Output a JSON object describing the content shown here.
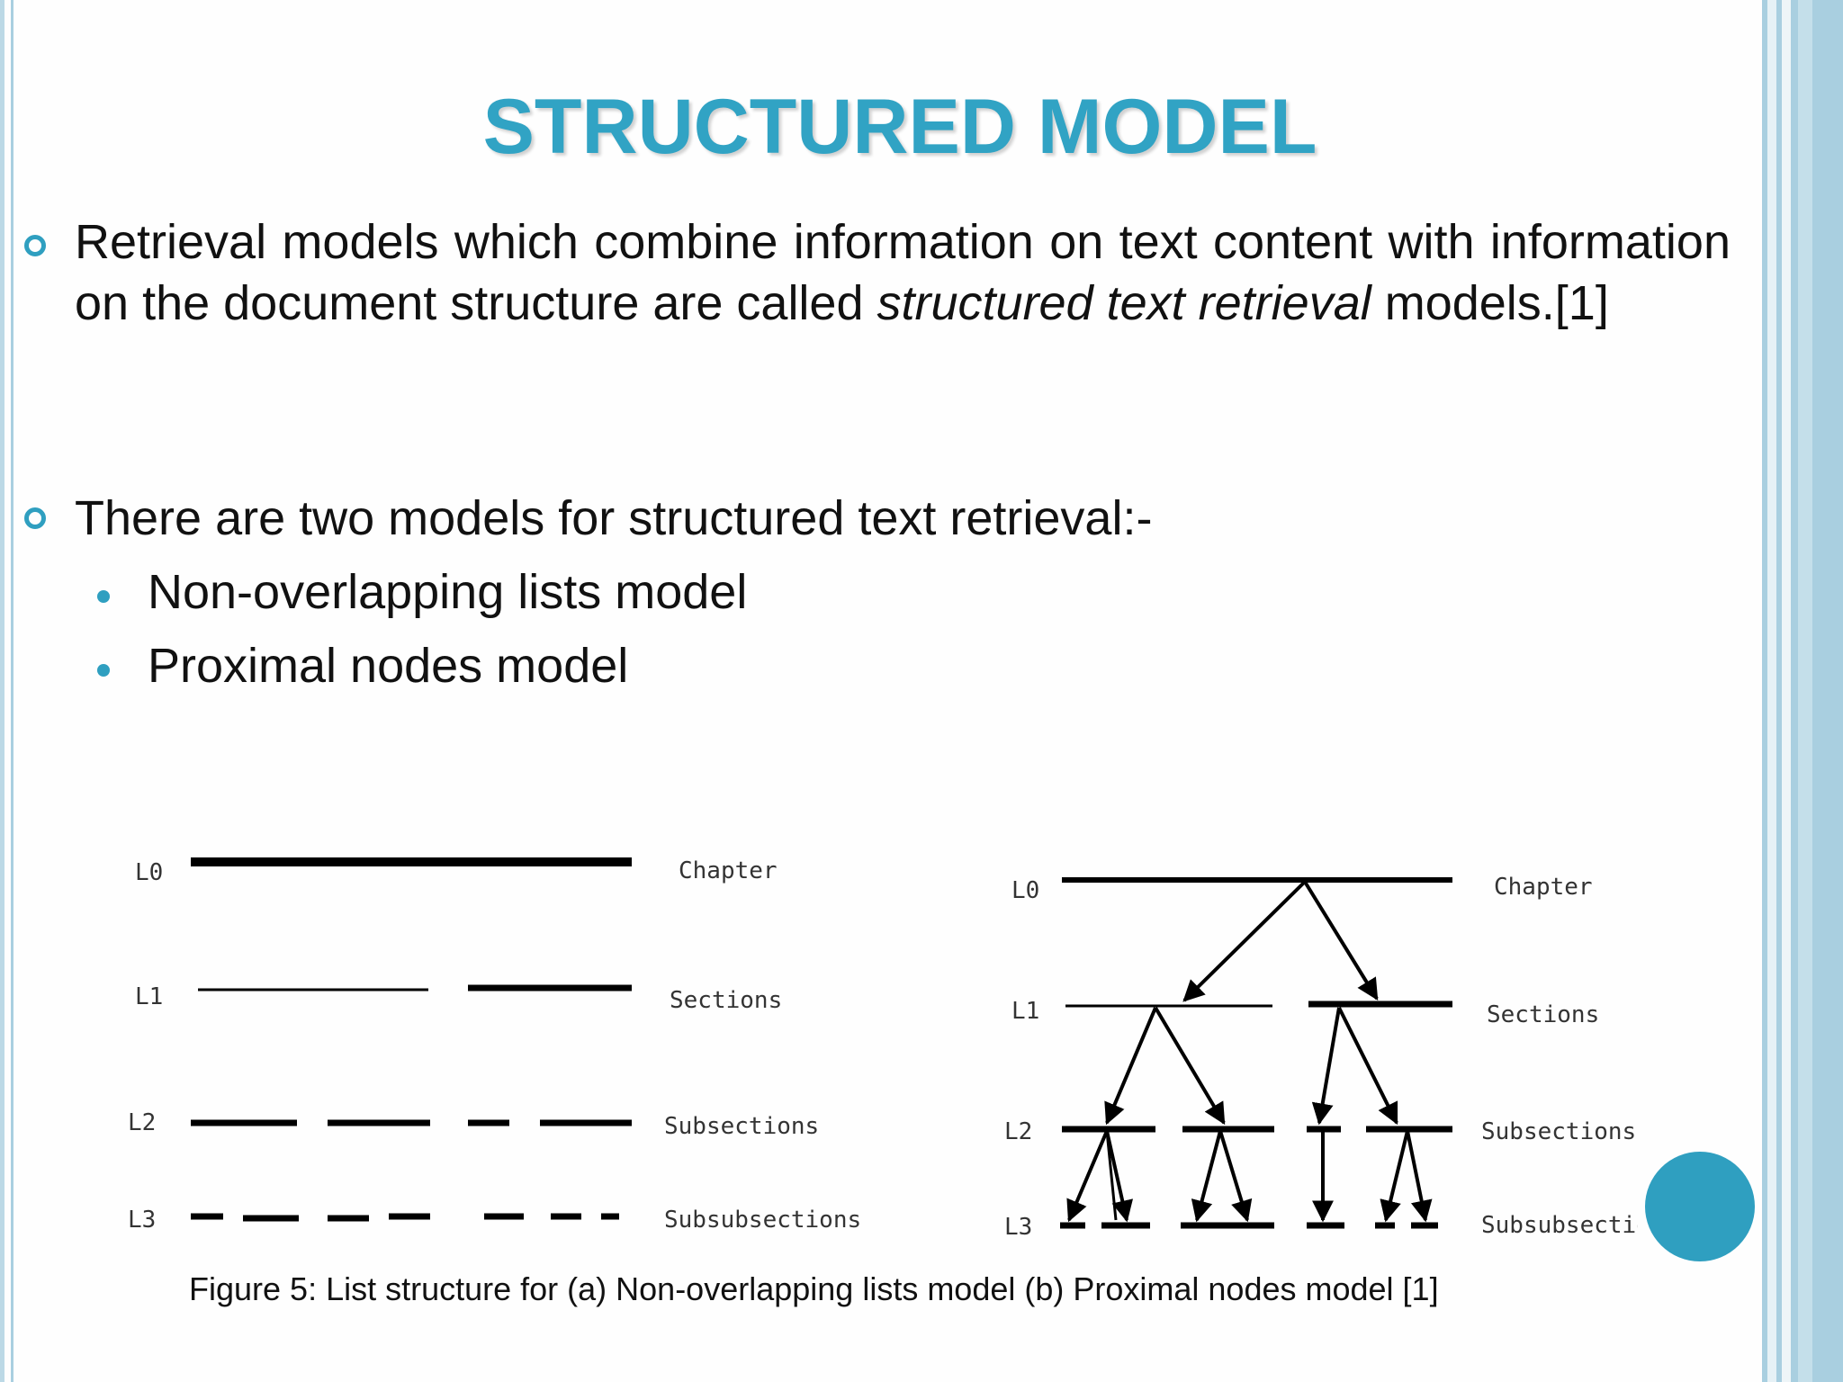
{
  "slide": {
    "title": "STRUCTURED MODEL",
    "bullet1": {
      "pre": "Retrieval models which combine information on text content with information on the document structure are called ",
      "italic": "structured text retrieval",
      "post": " models.[1]"
    },
    "bullet2": "There are two models for structured text retrieval:-",
    "sub_items": [
      "Non-overlapping lists model",
      "Proximal nodes model"
    ],
    "figure": {
      "left_levels": [
        "L0",
        "L1",
        "L2",
        "L3"
      ],
      "left_labels": [
        "Chapter",
        "Sections",
        "Subsections",
        "Subsubsections"
      ],
      "right_levels": [
        "L0",
        "L1",
        "L2",
        "L3"
      ],
      "right_labels": [
        "Chapter",
        "Sections",
        "Subsections",
        "Subsubsections"
      ]
    },
    "caption": "Figure 5: List structure  for (a) Non-overlapping lists model (b) Proximal nodes model [1]"
  },
  "colors": {
    "accent": "#2f9fc0",
    "title": "#31a3c4",
    "border": "#a9cfe0"
  }
}
